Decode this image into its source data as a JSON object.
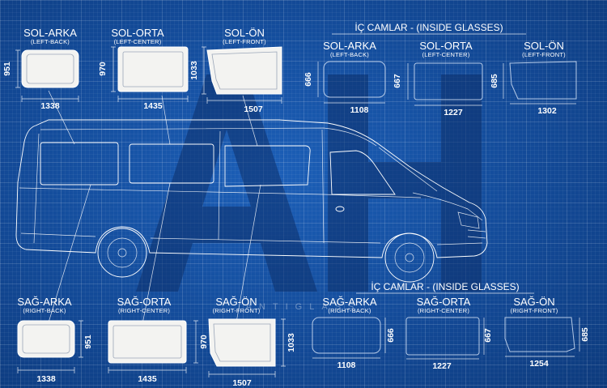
{
  "watermark": {
    "letters": "AH",
    "caption": "ANTIGLASS"
  },
  "outside_top": [
    {
      "title": "SOL-ARKA",
      "sub": "(LEFT-BACK)",
      "width": "1338",
      "height": "951"
    },
    {
      "title": "SOL-ORTA",
      "sub": "(LEFT-CENTER)",
      "width": "1435",
      "height": "970"
    },
    {
      "title": "SOL-ÖN",
      "sub": "(LEFT-FRONT)",
      "width": "1507",
      "height": "1033"
    }
  ],
  "inside_top": {
    "header": "İÇ CAMLAR - (INSIDE GLASSES)",
    "items": [
      {
        "title": "SOL-ARKA",
        "sub": "(LEFT-BACK)",
        "width": "1108",
        "height": "666"
      },
      {
        "title": "SOL-ORTA",
        "sub": "(LEFT-CENTER)",
        "width": "1227",
        "height": "667"
      },
      {
        "title": "SOL-ÖN",
        "sub": "(LEFT-FRONT)",
        "width": "1302",
        "height": "685"
      }
    ]
  },
  "outside_bottom": [
    {
      "title": "SAĞ-ARKA",
      "sub": "(RIGHT-BACK)",
      "width": "1338",
      "height": "951"
    },
    {
      "title": "SAĞ-ORTA",
      "sub": "(RIGHT-CENTER)",
      "width": "1435",
      "height": "970"
    },
    {
      "title": "SAĞ-ÖN",
      "sub": "(RIGHT-FRONT)",
      "width": "1507",
      "height": "1033"
    }
  ],
  "inside_bottom": {
    "header": "İÇ CAMLAR - (INSIDE GLASSES)",
    "items": [
      {
        "title": "SAĞ-ARKA",
        "sub": "(RIGHT-BACK)",
        "width": "1108",
        "height": "666"
      },
      {
        "title": "SAĞ-ORTA",
        "sub": "(RIGHT-CENTER)",
        "width": "1227",
        "height": "667"
      },
      {
        "title": "SAĞ-ÖN",
        "sub": "(RIGHT-FRONT)",
        "width": "1254",
        "height": "685"
      }
    ]
  },
  "colors": {
    "background": "#134a98",
    "line": "#ffffff",
    "glass": "#f3f3f1"
  }
}
